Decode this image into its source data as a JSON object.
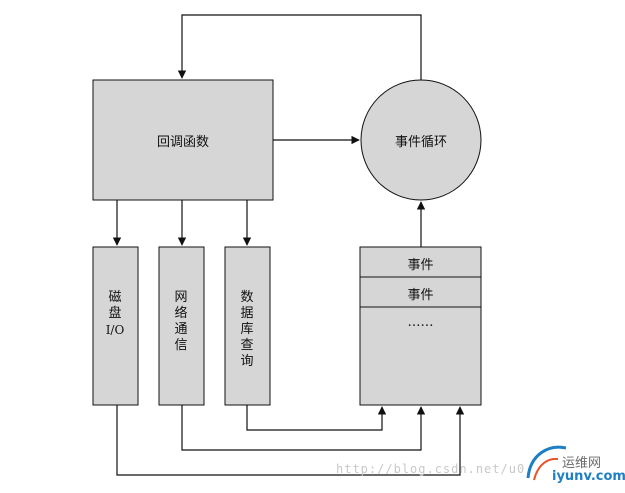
{
  "diagram": {
    "callback_box": "回调函数",
    "event_loop": "事件循环",
    "io_boxes": {
      "disk": [
        "磁",
        "盘",
        "I/O"
      ],
      "network": [
        "网",
        "络",
        "通",
        "信"
      ],
      "database": [
        "数",
        "据",
        "库",
        "查",
        "询"
      ]
    },
    "queue": {
      "items": [
        "事件",
        "事件",
        "……"
      ]
    }
  },
  "watermark": {
    "url": "http://blog.csdn.net/u0",
    "logo_cn": "运维网",
    "logo_en": "iyunv.com"
  },
  "colors": {
    "box_fill": "#d6d6d6",
    "stroke": "#111111",
    "logo_blue": "#1e7fc4"
  }
}
